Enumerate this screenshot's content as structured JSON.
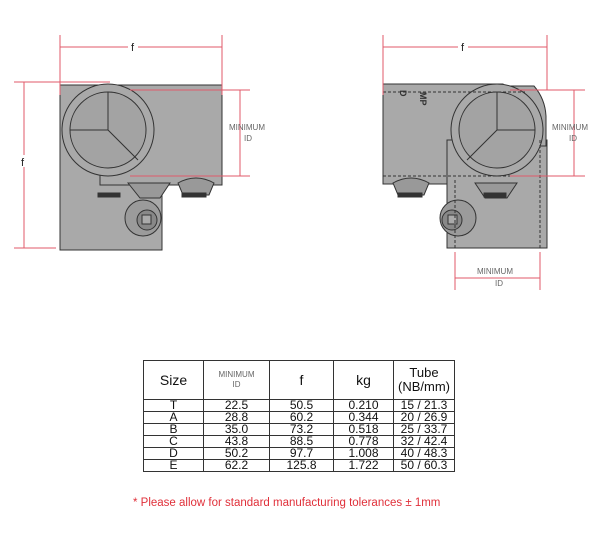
{
  "diagram_left": {
    "dimension_top": "f",
    "dimension_side": "f",
    "min_id_label_line1": "MINIMUM",
    "min_id_label_line2": "ID"
  },
  "diagram_right": {
    "dimension_top": "f",
    "stamp_text": "MP D",
    "min_id_side_line1": "MINIMUM",
    "min_id_side_line2": "ID",
    "min_id_bottom_line1": "MINIMUM",
    "min_id_bottom_line2": "ID"
  },
  "table": {
    "headers": {
      "size": "Size",
      "min_id_line1": "MINIMUM",
      "min_id_line2": "ID",
      "f": "f",
      "kg": "kg",
      "tube_line1": "Tube",
      "tube_line2": "(NB/mm)"
    },
    "rows": [
      {
        "size": "T",
        "min_id": "22.5",
        "f": "50.5",
        "kg": "0.210",
        "tube": "15 / 21.3"
      },
      {
        "size": "A",
        "min_id": "28.8",
        "f": "60.2",
        "kg": "0.344",
        "tube": "20 / 26.9"
      },
      {
        "size": "B",
        "min_id": "35.0",
        "f": "73.2",
        "kg": "0.518",
        "tube": "25 / 33.7"
      },
      {
        "size": "C",
        "min_id": "43.8",
        "f": "88.5",
        "kg": "0.778",
        "tube": "32 / 42.4"
      },
      {
        "size": "D",
        "min_id": "50.2",
        "f": "97.7",
        "kg": "1.008",
        "tube": "40 / 48.3"
      },
      {
        "size": "E",
        "min_id": "62.2",
        "f": "125.8",
        "kg": "1.722",
        "tube": "50 / 60.3"
      }
    ]
  },
  "note": "* Please allow for standard manufacturing tolerances  ± 1mm",
  "colors": {
    "dimension_line": "#e05a6a",
    "part_fill": "#a8a8a8",
    "note_text": "#e0303a"
  }
}
